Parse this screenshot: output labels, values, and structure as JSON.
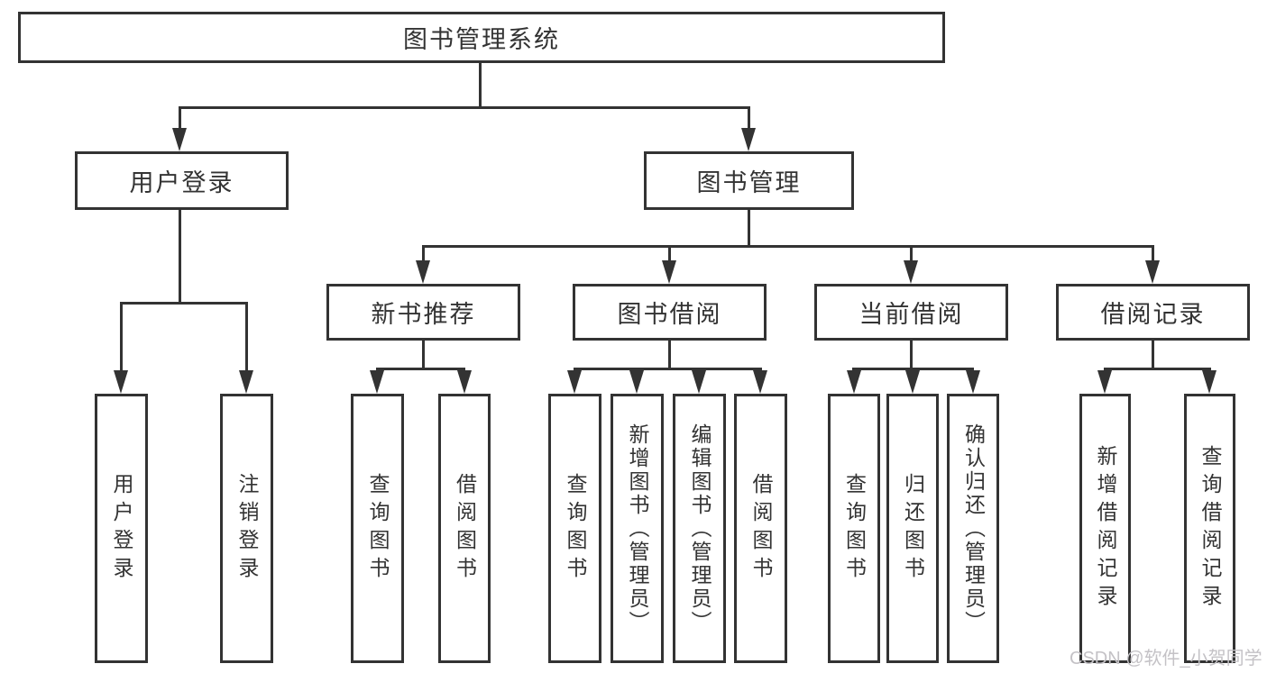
{
  "diagram": {
    "root": "图书管理系统",
    "level2": {
      "login": "用户登录",
      "management": "图书管理"
    },
    "login_children": [
      "用户登录",
      "注销登录"
    ],
    "mgmt_children": [
      "新书推荐",
      "图书借阅",
      "当前借阅",
      "借阅记录"
    ],
    "recommend_children": [
      "查询图书",
      "借阅图书"
    ],
    "borrow_children": [
      "查询图书",
      "新增图书（管理员）",
      "编辑图书（管理员）",
      "借阅图书"
    ],
    "current_children": [
      "查询图书",
      "归还图书",
      "确认归还（管理员）"
    ],
    "record_children": [
      "新增借阅记录",
      "查询借阅记录"
    ]
  },
  "watermark": "CSDN @软件_小贺同学",
  "colors": {
    "line": "#333333",
    "text": "#333333",
    "watermark": "#c4c2c6"
  }
}
